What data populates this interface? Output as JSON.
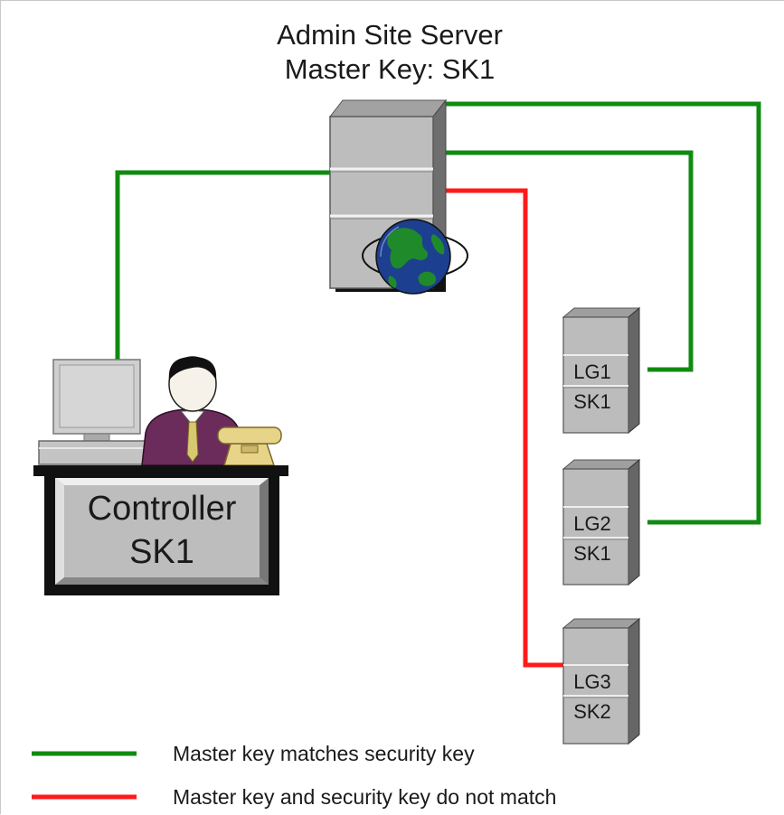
{
  "header": {
    "title_line1": "Admin Site Server",
    "title_line2": "Master Key: SK1"
  },
  "controller": {
    "line1": "Controller",
    "line2": "SK1"
  },
  "servers": [
    {
      "name": "LG1",
      "key": "SK1",
      "status": "match"
    },
    {
      "name": "LG2",
      "key": "SK1",
      "status": "match"
    },
    {
      "name": "LG3",
      "key": "SK2",
      "status": "mismatch"
    }
  ],
  "legend": {
    "match": "Master key matches security key",
    "mismatch": "Master key and security key do not match"
  },
  "colors": {
    "match": "#118a11",
    "mismatch": "#ff1a1a",
    "server_body": "#bcbcbc",
    "shirt": "#6b2c5b",
    "tie": "#d8c870",
    "globe_ocean": "#1d3f8f",
    "globe_land": "#1f8a2a"
  }
}
